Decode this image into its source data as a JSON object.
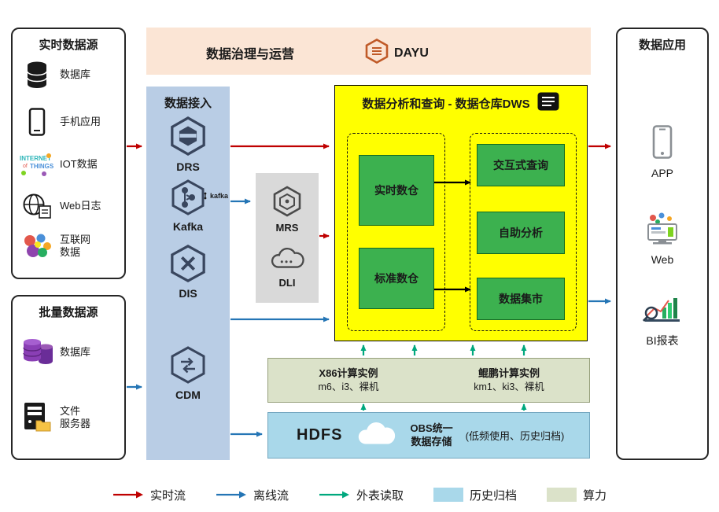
{
  "colors": {
    "realtime_flow": "#bf0000",
    "offline_flow": "#2475b5",
    "external_read": "#00a87e",
    "archive_box": "#a9d8ea",
    "compute_box": "#dbe2c9",
    "dws_background": "#ffff00",
    "module_green": "#3cb14f",
    "ingestion_background": "#b9cde5",
    "governance_background": "#fbe5d5",
    "services_background": "#d9d9d9"
  },
  "governance": {
    "title": "数据治理与运营",
    "product": "DAYU",
    "icon": "dayu-logo"
  },
  "realtime_sources": {
    "title": "实时数据源",
    "items": [
      {
        "label": "数据库",
        "icon": "database-icon"
      },
      {
        "label": "手机应用",
        "icon": "mobile-app-icon"
      },
      {
        "label": "IOT数据",
        "icon": "iot-icon"
      },
      {
        "label": "Web日志",
        "icon": "web-log-icon"
      },
      {
        "label": "互联网\n数据",
        "icon": "internet-data-icon"
      }
    ]
  },
  "batch_sources": {
    "title": "批量数据源",
    "items": [
      {
        "label": "数据库",
        "icon": "database-purple-icon"
      },
      {
        "label": "文件\n服务器",
        "icon": "file-server-icon"
      }
    ]
  },
  "ingestion": {
    "title": "数据接入",
    "services": [
      {
        "name": "DRS",
        "icon": "drs-icon"
      },
      {
        "name": "Kafka",
        "icon": "kafka-icon",
        "wordmark": "kafka"
      },
      {
        "name": "DIS",
        "icon": "dis-icon"
      },
      {
        "name": "CDM",
        "icon": "cdm-icon"
      }
    ]
  },
  "compute_services": {
    "services": [
      {
        "name": "MRS",
        "icon": "mrs-icon"
      },
      {
        "name": "DLI",
        "icon": "dli-icon"
      }
    ]
  },
  "dws": {
    "title": "数据分析和查询 - 数据仓库DWS",
    "icon": "dws-icon",
    "left_modules": [
      "实时数仓",
      "标准数仓"
    ],
    "right_modules": [
      "交互式查询",
      "自助分析",
      "数据集市"
    ]
  },
  "compute_instances": {
    "x86_title": "X86计算实例",
    "x86_detail": "m6、i3、裸机",
    "kunpeng_title": "鲲鹏计算实例",
    "kunpeng_detail": "km1、ki3、裸机"
  },
  "storage": {
    "hdfs": "HDFS",
    "obs_title": "OBS统一\n数据存储",
    "obs_note": "(低频使用、历史归档)",
    "icon": "obs-cloud-icon"
  },
  "applications": {
    "title": "数据应用",
    "items": [
      {
        "label": "APP",
        "icon": "app-phone-icon"
      },
      {
        "label": "Web",
        "icon": "web-monitor-icon"
      },
      {
        "label": "BI报表",
        "icon": "bi-report-icon"
      }
    ]
  },
  "legend": {
    "items": [
      {
        "label": "实时流",
        "type": "arrow",
        "color": "#bf0000"
      },
      {
        "label": "离线流",
        "type": "arrow",
        "color": "#2475b5"
      },
      {
        "label": "外表读取",
        "type": "arrow",
        "color": "#00a87e"
      },
      {
        "label": "历史归档",
        "type": "swatch",
        "color": "#a9d8ea"
      },
      {
        "label": "算力",
        "type": "swatch",
        "color": "#dbe2c9"
      }
    ]
  }
}
